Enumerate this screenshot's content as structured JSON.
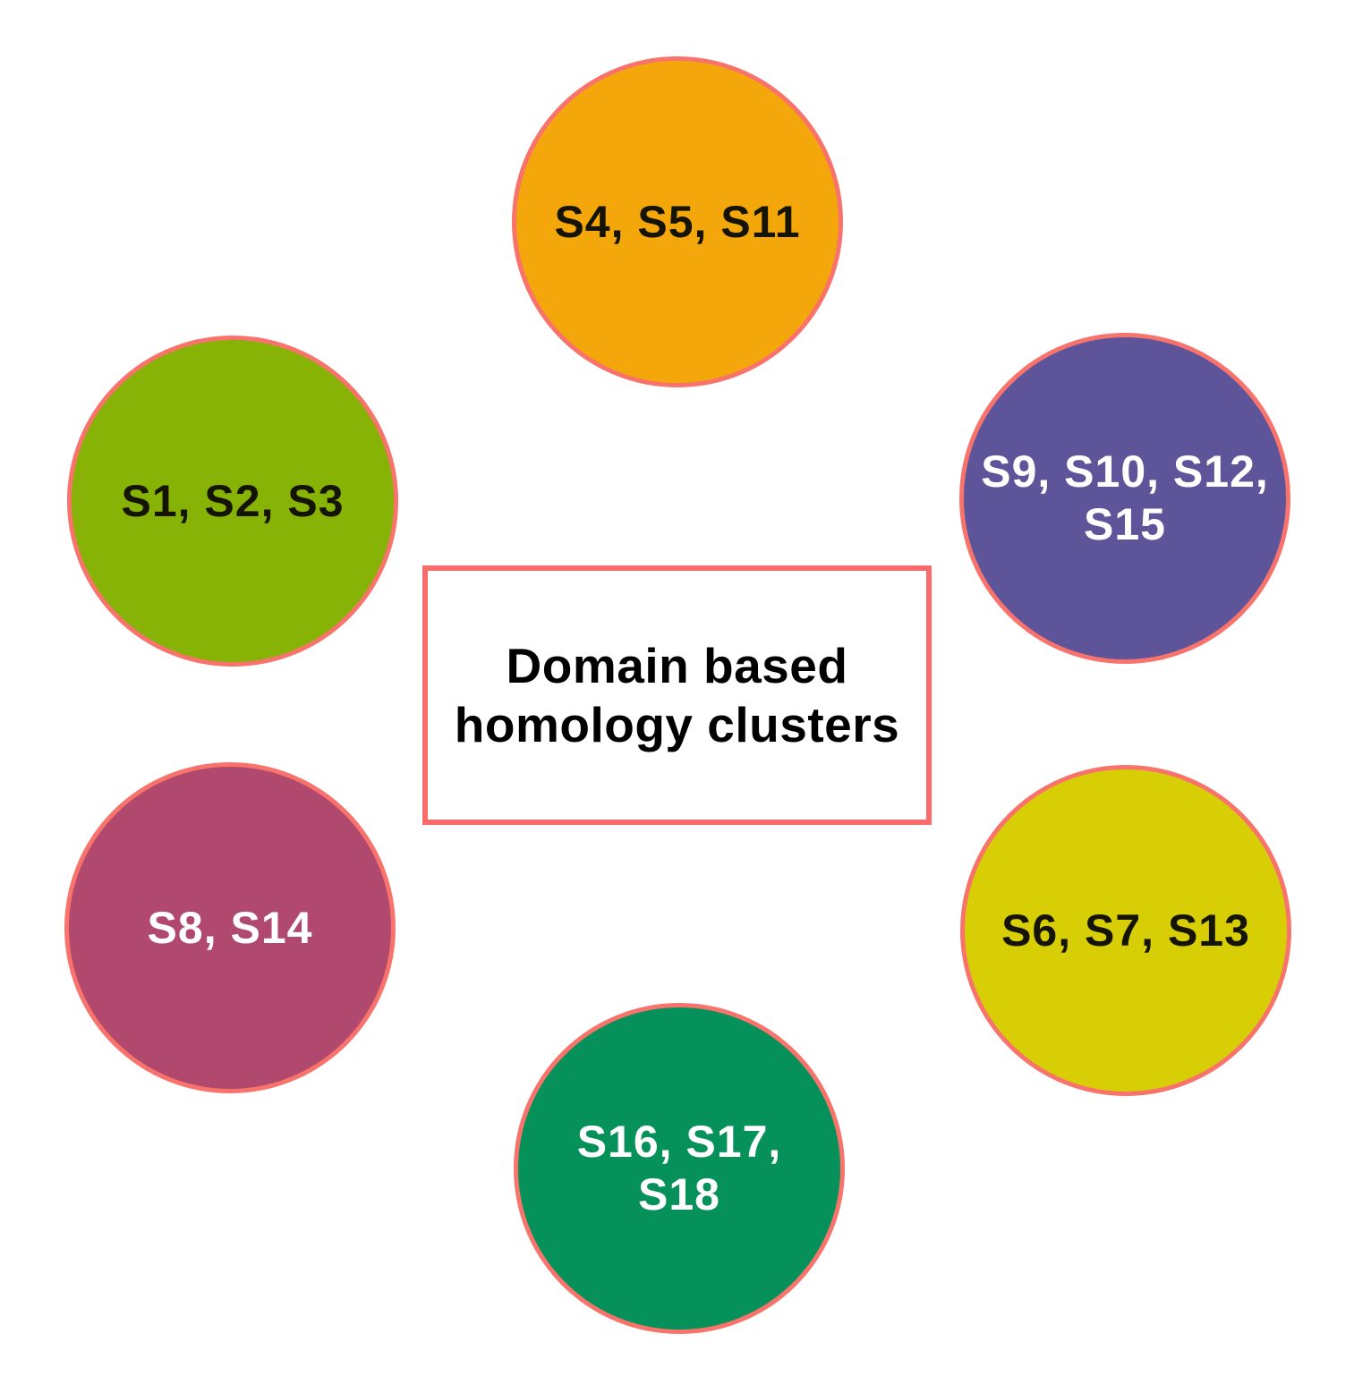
{
  "title": "Domain based\nhomology clusters",
  "clusters": [
    {
      "position": "top",
      "label": "S4, S5, S11",
      "fill": "#f4a70b",
      "text_color": "#141400"
    },
    {
      "position": "upper-left",
      "label": "S1, S2, S3",
      "fill": "#87b306",
      "text_color": "#141400"
    },
    {
      "position": "upper-right",
      "label": "S9, S10, S12,\nS15",
      "fill": "#5e549a",
      "text_color": "#ffffff"
    },
    {
      "position": "lower-left",
      "label": "S8, S14",
      "fill": "#b1486e",
      "text_color": "#ffffff"
    },
    {
      "position": "lower-right",
      "label": "S6, S7, S13",
      "fill": "#d8ce05",
      "text_color": "#141400"
    },
    {
      "position": "bottom",
      "label": "S16, S17, S18",
      "fill": "#07915a",
      "text_color": "#ffffff"
    }
  ],
  "colors": {
    "circle_border": "#f8736c",
    "box_border": "#fa6b6b",
    "background": "#ffffff"
  }
}
